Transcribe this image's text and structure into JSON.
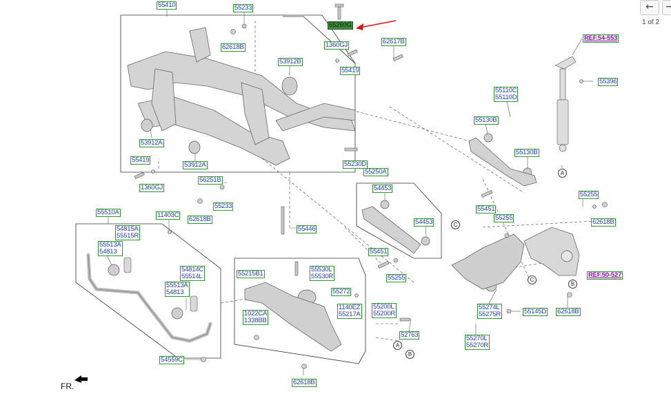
{
  "nav": {
    "prev_icon": "←",
    "next_icon": "→",
    "page": "1 of 2"
  },
  "orientation": "FR.",
  "callouts": [
    "A",
    "B",
    "C"
  ],
  "colors": {
    "label_text": "#1f3fb5",
    "label_border": "#2c9a2c",
    "ref_text": "#8a14a8",
    "highlight": "#3f8a3a",
    "pointer_arrow": "#e01010"
  },
  "labels": {
    "l55410": "55410",
    "l55233a": "55233",
    "l55260g": "55260G",
    "l62618ba": "62618B",
    "l1360ga": "1360GJ",
    "l62617b": "62617B",
    "l53912b": "53912B",
    "l55419a": "55419",
    "ref_54_553": "REF.54-553",
    "l55396": "55396",
    "l55110c": "55110C",
    "l55110d": "55110D",
    "l55130b_a": "55130B",
    "l55130b_b": "55130B",
    "l53912a_a": "53912A",
    "l53912a_b": "53912A",
    "l55419b": "55419",
    "l1360gb": "1360GJ",
    "l55230d": "55230D",
    "l55250a": "55250A",
    "l56251b": "56251B",
    "l55233b": "55233",
    "l62618bb": "62618B",
    "l54453a": "54453",
    "l54453b": "54453",
    "l55451a": "55451",
    "l55255a": "55255",
    "l55255b": "55255",
    "l62618bc": "62618B",
    "l55510a": "55510A",
    "l11403c": "11403C",
    "l55446": "55446",
    "l54815a": "54815A",
    "l55515r": "55515R",
    "l55513a_a": "55513A",
    "l54813a": "54813",
    "l55451b": "55451",
    "l55255c": "55255",
    "ref_50_527": "REF.50-527",
    "l55215b1": "55215B1",
    "l55530l": "55530L",
    "l55530r": "55530R",
    "l54814c": "54814C",
    "l55514l": "55514L",
    "l55513a_b": "55513A",
    "l54813b": "54813",
    "l55272": "55272",
    "l1140ez": "1140EZ",
    "l55217a": "55217A",
    "l55200l": "55200L",
    "l55200r": "55200R",
    "l1022ca": "1022CA",
    "l1338bb": "1338BB",
    "l55274l": "55274L",
    "l55275r": "55275R",
    "l55145d": "55145D",
    "l62618bd": "62618B",
    "l52763": "52763",
    "l55270l": "55270L",
    "l55270r": "55270R",
    "l54559c": "54559C",
    "l62618be": "62618B"
  }
}
